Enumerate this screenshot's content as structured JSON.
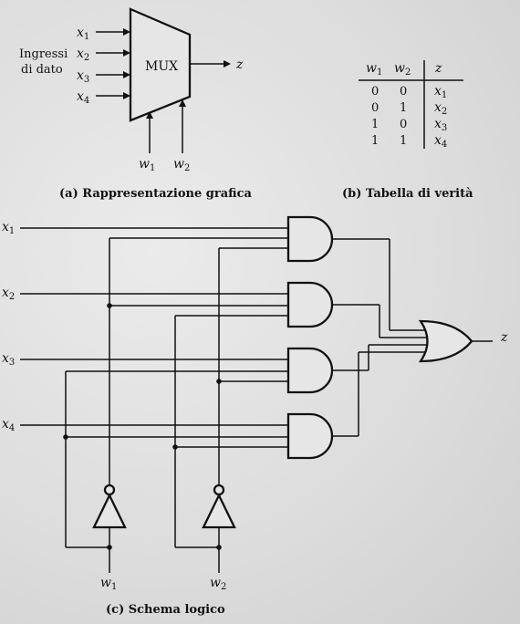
{
  "panel_a": {
    "caption": "(a) Rappresentazione grafica",
    "mux_label": "MUX",
    "input_group_label_line1": "Ingressi",
    "input_group_label_line2": "di dato",
    "inputs": [
      {
        "base": "x",
        "sub": "1"
      },
      {
        "base": "x",
        "sub": "2"
      },
      {
        "base": "x",
        "sub": "3"
      },
      {
        "base": "x",
        "sub": "4"
      }
    ],
    "selects": [
      {
        "base": "w",
        "sub": "1"
      },
      {
        "base": "w",
        "sub": "2"
      }
    ],
    "output": "z"
  },
  "panel_b": {
    "caption": "(b) Tabella di verità",
    "headers": [
      {
        "base": "w",
        "sub": "1"
      },
      {
        "base": "w",
        "sub": "2"
      },
      {
        "base": "z",
        "sub": ""
      }
    ],
    "rows": [
      {
        "w1": "0",
        "w2": "0",
        "z": {
          "base": "x",
          "sub": "1"
        }
      },
      {
        "w1": "0",
        "w2": "1",
        "z": {
          "base": "x",
          "sub": "2"
        }
      },
      {
        "w1": "1",
        "w2": "0",
        "z": {
          "base": "x",
          "sub": "3"
        }
      },
      {
        "w1": "1",
        "w2": "1",
        "z": {
          "base": "x",
          "sub": "4"
        }
      }
    ]
  },
  "panel_c": {
    "caption": "(c) Schema logico",
    "inputs": [
      {
        "base": "x",
        "sub": "1"
      },
      {
        "base": "x",
        "sub": "2"
      },
      {
        "base": "x",
        "sub": "3"
      },
      {
        "base": "x",
        "sub": "4"
      }
    ],
    "selects": [
      {
        "base": "w",
        "sub": "1"
      },
      {
        "base": "w",
        "sub": "2"
      }
    ],
    "output": "z"
  }
}
